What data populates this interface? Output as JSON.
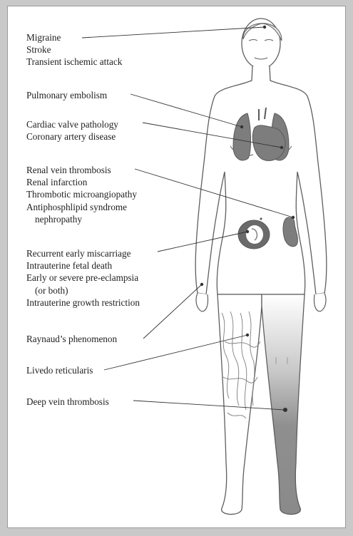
{
  "labels": [
    {
      "lines": [
        "Migraine",
        "Stroke",
        "Transient ischemic attack"
      ],
      "target_icon": "head-target-icon"
    },
    {
      "lines": [
        "Pulmonary embolism"
      ],
      "target_icon": "lung-target-icon"
    },
    {
      "lines": [
        "Cardiac valve pathology",
        "Coronary artery disease"
      ],
      "target_icon": "heart-target-icon"
    },
    {
      "lines": [
        "Renal vein thrombosis",
        "Renal infarction",
        "Thrombotic microangiopathy",
        "Antiphosphlipid syndrome",
        "nephropathy"
      ],
      "target_icon": "kidney-target-icon"
    },
    {
      "lines": [
        "Recurrent early miscarriage",
        "Intrauterine fetal death",
        "Early or severe pre-eclampsia",
        "(or both)",
        "Intrauterine growth restriction"
      ],
      "target_icon": "uterus-target-icon"
    },
    {
      "lines": [
        "Raynaud’s phenomenon"
      ],
      "target_icon": "hand-target-icon"
    },
    {
      "lines": [
        "Livedo reticularis"
      ],
      "target_icon": "leg-skin-target-icon"
    },
    {
      "lines": [
        "Deep vein thrombosis"
      ],
      "target_icon": "leg-vein-target-icon"
    }
  ],
  "colors": {
    "organ_fill": "#7d7d7d",
    "organ_dark": "#5a5a5a",
    "body_outline": "#5e5e5e",
    "leader_line": "#333333",
    "page_background": "#c9c9c9"
  }
}
